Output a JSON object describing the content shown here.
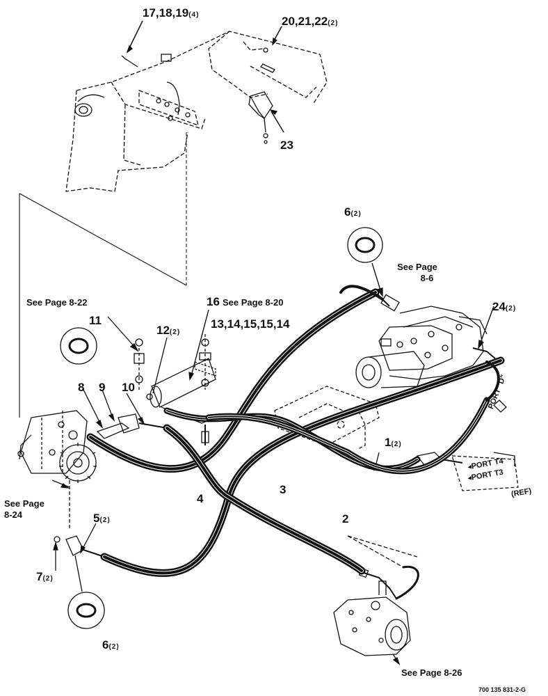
{
  "callouts": {
    "c17": "17,18,19",
    "c17_qty": "(4)",
    "c20": "20,21,22",
    "c20_qty": "(2)",
    "c23": "23",
    "c6_top": "6",
    "c6_top_qty": "(2)",
    "c11": "11",
    "c12": "12",
    "c12_qty": "(2)",
    "c16": "16",
    "c13": "13,14,15,15,14",
    "c24": "24",
    "c24_qty": "(2)",
    "c8": "8",
    "c9": "9",
    "c10": "10",
    "c1": "1",
    "c1_qty": "(2)",
    "c3": "3",
    "c4": "4",
    "c2": "2",
    "c5": "5",
    "c5_qty": "(2)",
    "c7": "7",
    "c7_qty": "(2)",
    "c6_bot": "6",
    "c6_bot_qty": "(2)"
  },
  "references": {
    "see_8_22": "See Page 8-22",
    "see_8_20": "See Page 8-20",
    "see_8_6_line1": "See Page",
    "see_8_6_line2": "8-6",
    "see_8_24_line1": "See Page",
    "see_8_24_line2": "8-24",
    "see_8_26": "See Page 8-26"
  },
  "ports": {
    "port_d": "PORT \"D\"",
    "port_t4": "PORT T4",
    "port_t3": "PORT T3",
    "ref": "(REF)"
  },
  "drawing_code": "700 135 831-2-G"
}
